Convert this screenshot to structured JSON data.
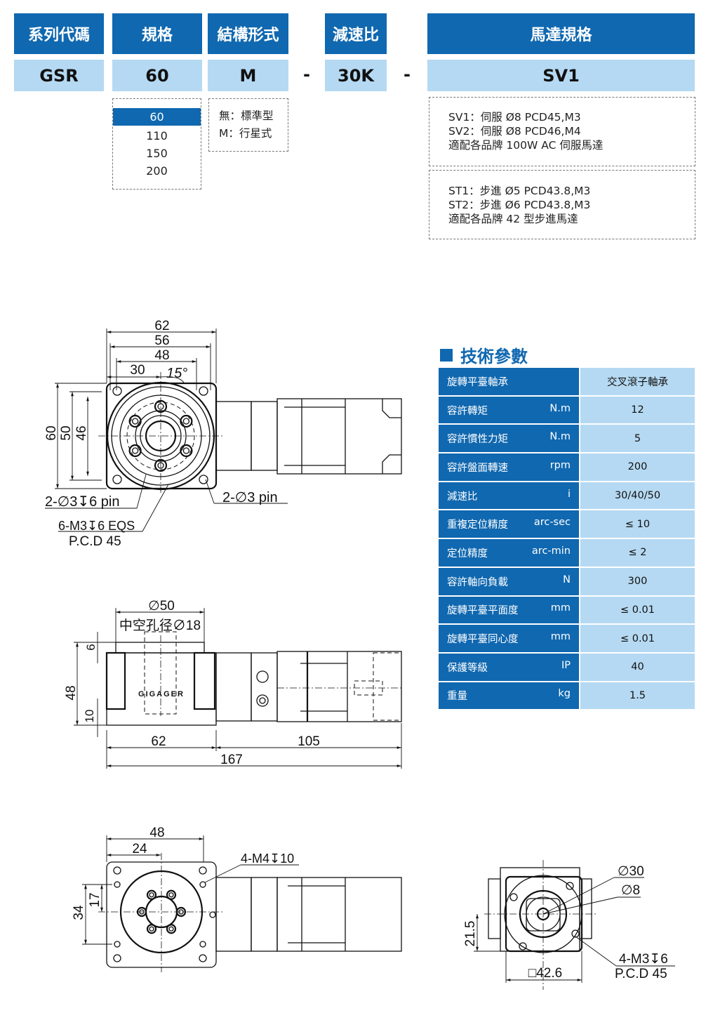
{
  "code": {
    "headers": [
      "系列代碼",
      "規格",
      "結構形式",
      "減速比",
      "馬達規格"
    ],
    "values": [
      "GSR",
      "60",
      "M",
      "30K",
      "SV1"
    ],
    "separator": "-",
    "size_options": [
      "60",
      "110",
      "150",
      "200"
    ],
    "structure_options": [
      "無：標準型",
      "M：行星式"
    ],
    "motor_servo": [
      "SV1：伺服 Ø8 PCD45,M3",
      "SV2：伺服 Ø8 PCD46,M4",
      "適配各品牌 100W AC 伺服馬達"
    ],
    "motor_stepper": [
      "ST1：步進 Ø5 PCD43.8,M3",
      "ST2：步進 Ø6 PCD43.8,M3",
      "適配各品牌 42 型步進馬達"
    ]
  },
  "colors": {
    "dark_blue": "#1068b0",
    "light_blue": "#b5d9f2"
  },
  "specs": {
    "title": "技術參數",
    "rows": [
      {
        "label": "旋轉平臺軸承",
        "unit": "",
        "value": "交叉滾子軸承"
      },
      {
        "label": "容許轉矩",
        "unit": "N.m",
        "value": "12"
      },
      {
        "label": "容許慣性力矩",
        "unit": "N.m",
        "value": "5"
      },
      {
        "label": "容許盤面轉速",
        "unit": "rpm",
        "value": "200"
      },
      {
        "label": "減速比",
        "unit": "i",
        "value": "30/40/50"
      },
      {
        "label": "重複定位精度",
        "unit": "arc-sec",
        "value": "≤ 10"
      },
      {
        "label": "定位精度",
        "unit": "arc-min",
        "value": "≤ 2"
      },
      {
        "label": "容許軸向負載",
        "unit": "N",
        "value": "300"
      },
      {
        "label": "旋轉平臺平面度",
        "unit": "mm",
        "value": "≤ 0.01"
      },
      {
        "label": "旋轉平臺同心度",
        "unit": "mm",
        "value": "≤ 0.01"
      },
      {
        "label": "保護等級",
        "unit": "IP",
        "value": "40"
      },
      {
        "label": "重量",
        "unit": "kg",
        "value": "1.5"
      }
    ]
  },
  "drawings": {
    "top": {
      "d62": "62",
      "d56": "56",
      "d48": "48",
      "d30": "30",
      "angle": "15°",
      "h60": "60",
      "h50": "50",
      "h46": "46",
      "pin_depth": "2-∅3↧6 pin",
      "pin": "2-∅3 pin",
      "holes": "6-M3↧6 EQS",
      "pcd": "P.C.D 45"
    },
    "side": {
      "d50": "∅50",
      "bore": "中空孔径∅18",
      "h48": "48",
      "h6": "6",
      "h10": "10",
      "l62": "62",
      "l105": "105",
      "l167": "167",
      "logo": "GIGAGER"
    },
    "rear": {
      "d48": "48",
      "d24": "24",
      "holes": "4-M4↧10",
      "h34": "34",
      "h17": "17"
    },
    "flange": {
      "d30": "∅30",
      "d8": "∅8",
      "h21_5": "21.5",
      "sq": "□42.6",
      "holes": "4-M3↧6",
      "pcd": "P.C.D 45"
    }
  }
}
